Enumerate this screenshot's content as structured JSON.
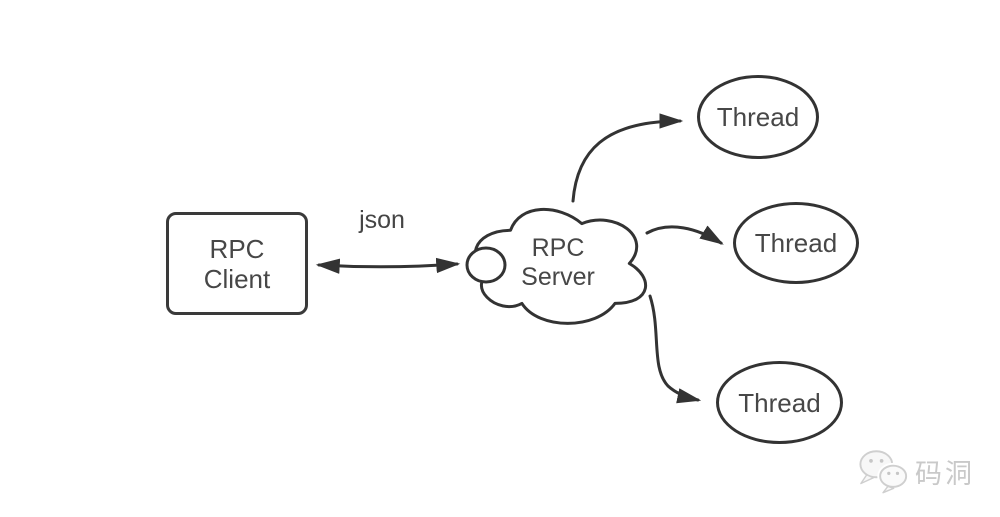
{
  "diagram": {
    "client_box": {
      "lines": [
        "RPC",
        "Client"
      ]
    },
    "link_label": "json",
    "server_cloud": {
      "lines": [
        "RPC",
        "Server"
      ]
    },
    "threads": [
      {
        "label": "Thread"
      },
      {
        "label": "Thread"
      },
      {
        "label": "Thread"
      }
    ],
    "connections": [
      {
        "from": "RPC Client",
        "to": "RPC Server",
        "label": "json",
        "style": "double-headed-arrow"
      },
      {
        "from": "RPC Server",
        "to": "Thread",
        "style": "curved-arrow-up"
      },
      {
        "from": "RPC Server",
        "to": "Thread",
        "style": "arrow-right"
      },
      {
        "from": "RPC Server",
        "to": "Thread",
        "style": "curved-arrow-down"
      }
    ],
    "watermark": {
      "icon": "wechat-logo-icon",
      "text": "码洞"
    },
    "colors": {
      "line": "#333333",
      "text": "#474747",
      "watermark": "#c9c9c9",
      "background": "#ffffff"
    }
  }
}
